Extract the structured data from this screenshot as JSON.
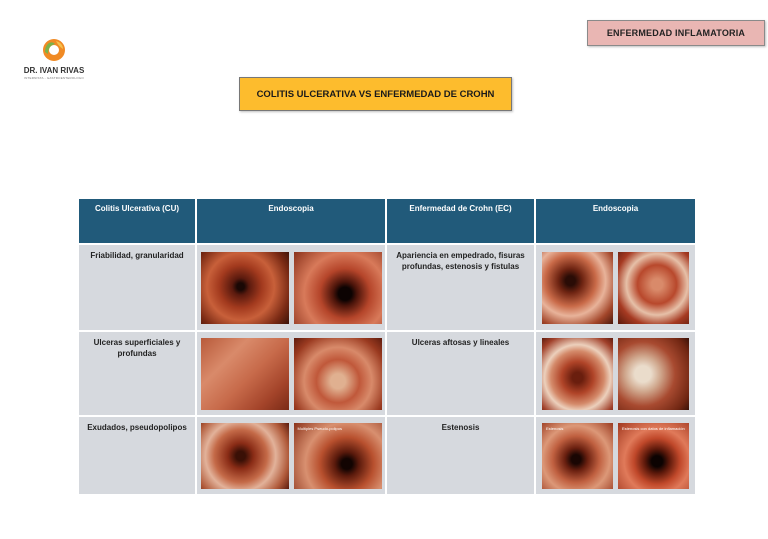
{
  "header": {
    "tag_label": "ENFERMEDAD INFLAMATORIA",
    "logo_name": "DR. IVAN RIVAS",
    "logo_subtitle": "INTERNISTA - GASTROENTEROLOGO",
    "title": "COLITIS ULCERATIVA VS ENFERMEDAD DE CROHN"
  },
  "colors": {
    "header_fill": "#215a7a",
    "cell_fill": "#d6d9de",
    "title_fill": "#fdbc2d",
    "tag_fill": "#e9b6b3",
    "logo_orange": "#f08a24",
    "logo_green": "#7bb24a"
  },
  "table": {
    "headers": [
      "Colitis Ulcerativa (CU)",
      "Endoscopia",
      "Enfermedad de Crohn (EC)",
      "Endoscopia"
    ],
    "rows": [
      {
        "cu": "Friabilidad, granularidad",
        "ec": "Apariencia en empedrado, fisuras profundas, estenosis y fistulas",
        "cu_photo_labels": [
          "",
          ""
        ],
        "ec_photo_labels": [
          "",
          ""
        ]
      },
      {
        "cu": "Ulceras superficiales y profundas",
        "ec": "Ulceras aftosas y lineales",
        "cu_photo_labels": [
          "",
          ""
        ],
        "ec_photo_labels": [
          "",
          ""
        ]
      },
      {
        "cu": "Exudados, pseudopolipos",
        "ec": "Estenosis",
        "cu_photo_labels": [
          "",
          "Multiples Pseudo-polipos"
        ],
        "ec_photo_labels": [
          "Estenosis",
          "Estenosis con datos de inflamación"
        ]
      }
    ]
  }
}
